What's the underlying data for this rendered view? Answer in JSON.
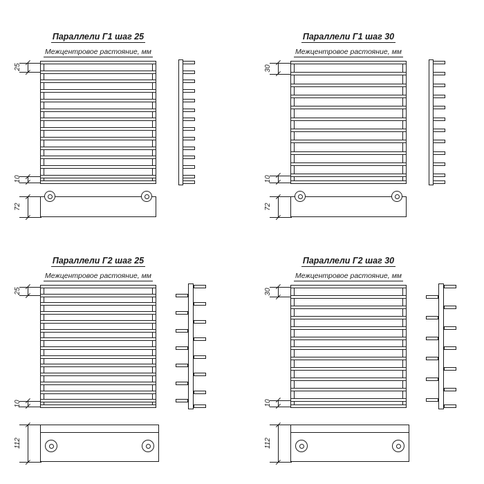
{
  "drawing": {
    "line_color": "#1a1a1a",
    "background": "#ffffff"
  },
  "diagrams": [
    {
      "title": "Параллели Г1 шаг 25",
      "subtitle": "Межцентровое растояние, мм",
      "dim_step_top": "25",
      "dim_step_bottom": "10",
      "dim_base_height": "72",
      "tube_count": 14,
      "row_arrangement": "single"
    },
    {
      "title": "Параллели Г1 шаг 30",
      "subtitle": "Межцентровое растояние, мм",
      "dim_step_top": "30",
      "dim_step_bottom": "10",
      "dim_base_height": "72",
      "tube_count": 12,
      "row_arrangement": "single"
    },
    {
      "title": "Параллели Г2 шаг 25",
      "subtitle": "Межцентровое растояние, мм",
      "dim_step_top": "25",
      "dim_step_bottom": "10",
      "dim_base_height": "112",
      "tube_count": 15,
      "row_arrangement": "staggered"
    },
    {
      "title": "Параллели Г2 шаг 30",
      "subtitle": "Межцентровое растояние, мм",
      "dim_step_top": "30",
      "dim_step_bottom": "10",
      "dim_base_height": "112",
      "tube_count": 13,
      "row_arrangement": "staggered"
    }
  ]
}
